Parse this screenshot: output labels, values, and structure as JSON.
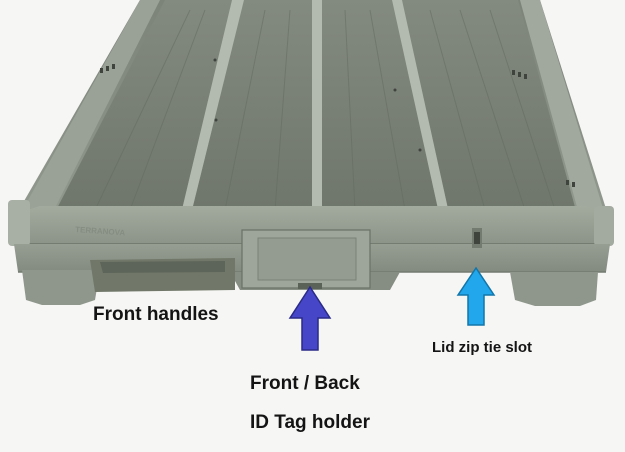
{
  "labels": {
    "front_handles": "Front handles",
    "front_back": "Front / Back",
    "id_tag_holder": "ID Tag holder",
    "lid_zip_tie_slot": "Lid zip tie slot"
  },
  "brand_emboss": "TERRANOVA",
  "colors": {
    "tray_plastic": "#8f978c",
    "tray_shadow": "#6f766c",
    "tray_highlight": "#b3bab0",
    "arrow_purple": "#4646c8",
    "arrow_blue": "#22a6ec",
    "label_text": "#141414",
    "background": "#f6f6f4"
  },
  "arrows": [
    {
      "name": "id-tag-holder-arrow",
      "color": "purple",
      "direction": "up"
    },
    {
      "name": "lid-zip-tie-slot-arrow",
      "color": "light-blue",
      "direction": "up"
    }
  ]
}
